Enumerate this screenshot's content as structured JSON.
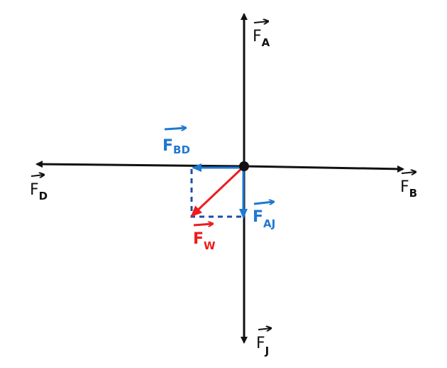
{
  "colors": {
    "axis": "#111111",
    "component": "#1f78d1",
    "resultant": "#ee1c1c"
  },
  "labels": {
    "fa": {
      "main": "F",
      "sub": "A"
    },
    "fb": {
      "main": "F",
      "sub": "B"
    },
    "fd": {
      "main": "F",
      "sub": "D"
    },
    "fj": {
      "main": "F",
      "sub": "J"
    },
    "fbd": {
      "main": "F",
      "sub": "BD"
    },
    "faj": {
      "main": "F",
      "sub": "AJ"
    },
    "fw": {
      "main": "F",
      "sub": "W"
    }
  }
}
